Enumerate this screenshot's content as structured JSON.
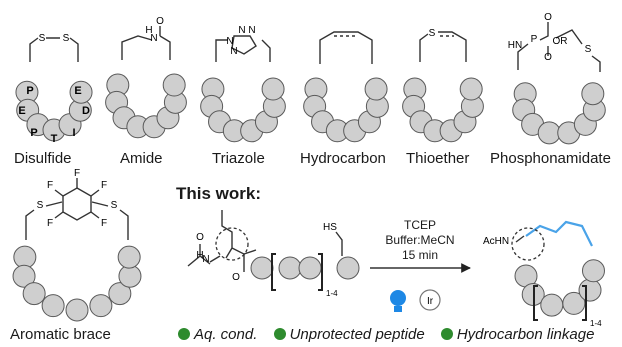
{
  "labels": {
    "disulfide": "Disulfide",
    "amide": "Amide",
    "triazole": "Triazole",
    "hydrocarbon": "Hydrocarbon",
    "thioether": "Thioether",
    "phosphonamidate": "Phosphonamidate",
    "aromatic": "Aromatic brace"
  },
  "residue_letters": [
    "P",
    "E",
    "P",
    "T",
    "I",
    "D",
    "E"
  ],
  "atoms": {
    "s": "S",
    "n": "N",
    "h": "H",
    "o": "O",
    "p": "P",
    "f": "F",
    "or": "OR",
    "hn": "HN",
    "hs": "HS",
    "achn": "AcHN",
    "ir": "Ir",
    "sub": "1-4"
  },
  "this_work": "This work:",
  "conditions": [
    "TCEP",
    "Buffer:MeCN",
    "15 min"
  ],
  "bullets": [
    "Aq. cond.",
    "Unprotected peptide",
    "Hydrocarbon linkage"
  ],
  "colors": {
    "residue": "#cfcfcf",
    "outline": "#5a5a5a",
    "blue": "#4aa3e8",
    "green": "#2e8b2e",
    "bulb": "#1e88e5"
  }
}
